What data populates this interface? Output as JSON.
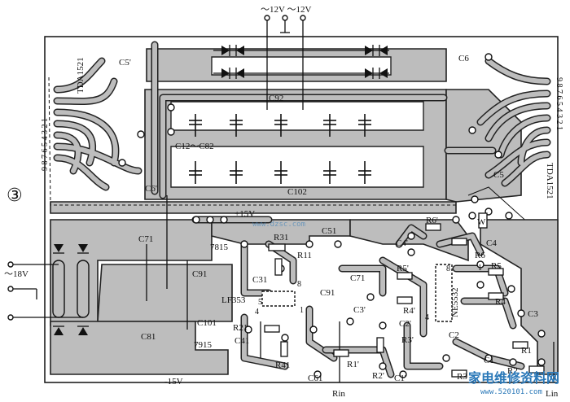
{
  "figure_number": "③",
  "power": {
    "ac_top": "～12V ～12V",
    "ac_left": "～18V",
    "plus15": "+15V",
    "minus15": "-15V"
  },
  "ics": {
    "tda_left": "TDA1521",
    "tda_right": "TDA1521",
    "lf353": "LF353",
    "ne5532": "NE5532"
  },
  "regulators": {
    "r7815": "7815",
    "r7915": "7915"
  },
  "io": {
    "rin": "Rin",
    "lin": "Lin"
  },
  "pin_numbers": {
    "left": "9 8 7 6 5 4 3 2 1",
    "right": "9 8 7 6 5 4 3 2 1"
  },
  "components": {
    "c5p": "C5'",
    "c6": "C6",
    "c92": "C92",
    "c12_82": "C12～C82",
    "c6p": "C6'",
    "c102": "C102",
    "c5": "C5",
    "c71a": "C71",
    "c51": "C51",
    "r31": "R31",
    "r11": "R11",
    "c91a": "C91",
    "c31": "C31",
    "c81": "C81",
    "c101": "C101",
    "r21": "R21",
    "c41": "C41",
    "r41": "R41",
    "c61": "C61",
    "c91b": "C91",
    "c71b": "C71",
    "r6p": "R6'",
    "w": "W",
    "r6": "R6",
    "c4p": "C4'",
    "c4": "C4",
    "r5p": "R5'",
    "r5": "R5",
    "r4p": "R4'",
    "c3p": "C3'",
    "r4": "R4",
    "c3": "C3",
    "c2p": "C2'",
    "r3p": "R3'",
    "c2": "C2",
    "r1p": "R1'",
    "c1p": "C1'",
    "r2p": "R2'",
    "r3": "R3",
    "c1": "C1",
    "r1": "R1",
    "r2": "R2"
  },
  "pin_marks": {
    "p8a": "8",
    "p8b": "8",
    "p5": "5",
    "p1a": "1",
    "p1b": "1",
    "p4a": "4",
    "p4b": "4"
  },
  "watermark": {
    "line1": "家电维修资料网",
    "line2": "www.520101.com",
    "center": "www.dzsc.com"
  }
}
